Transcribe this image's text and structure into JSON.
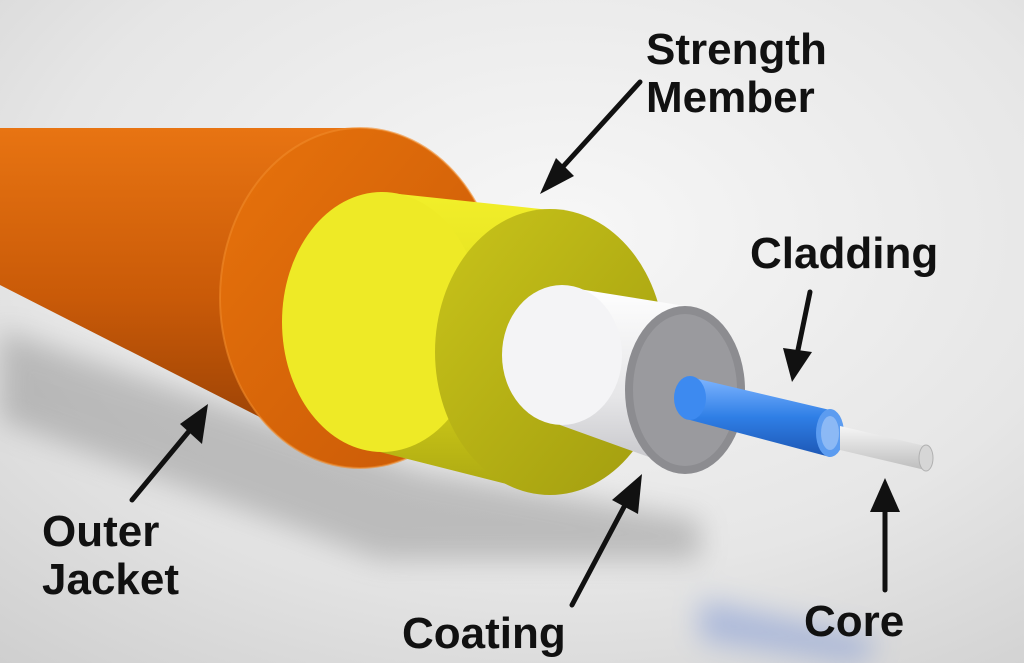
{
  "labels": {
    "strength_member": [
      "Strength",
      "Member"
    ],
    "cladding": "Cladding",
    "outer_jacket": [
      "Outer",
      "Jacket"
    ],
    "coating": "Coating",
    "core": "Core"
  },
  "colors": {
    "outer_jacket": "#e26a0c",
    "strength_member": "#e6e21c",
    "coating": "#e8e8ea",
    "cladding": "#2f7fe6",
    "core": "#dcdcdc",
    "arrow": "#111111",
    "background": "#e9e9e9"
  }
}
